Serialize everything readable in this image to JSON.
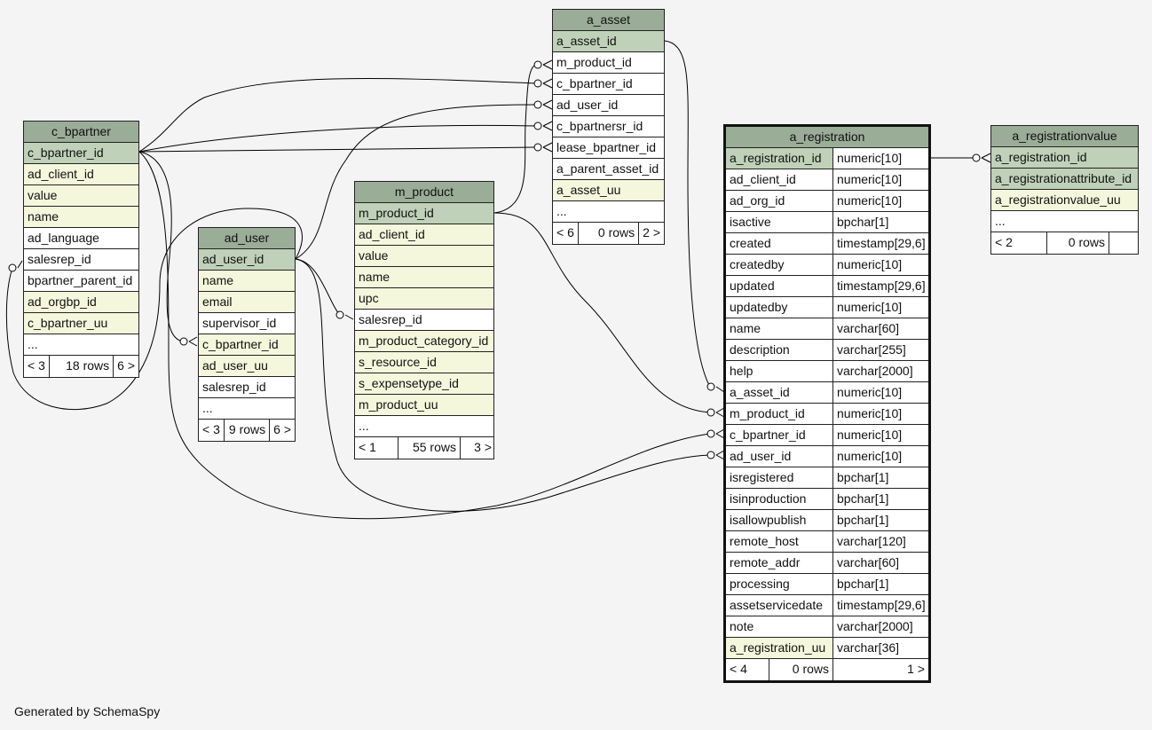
{
  "footer": "Generated by SchemaSpy",
  "tables": {
    "c_bpartner": {
      "title": "c_bpartner",
      "rows": [
        {
          "name": "c_bpartner_id",
          "kind": "pk"
        },
        {
          "name": "ad_client_id",
          "kind": "fk"
        },
        {
          "name": "value",
          "kind": "fk"
        },
        {
          "name": "name",
          "kind": "fk"
        },
        {
          "name": "ad_language",
          "kind": "plain"
        },
        {
          "name": "salesrep_id",
          "kind": "plain"
        },
        {
          "name": "bpartner_parent_id",
          "kind": "plain"
        },
        {
          "name": "ad_orgbp_id",
          "kind": "fk"
        },
        {
          "name": "c_bpartner_uu",
          "kind": "fk"
        },
        {
          "name": "...",
          "kind": "plain"
        }
      ],
      "foot": [
        "< 3",
        "18 rows",
        "6 >"
      ]
    },
    "ad_user": {
      "title": "ad_user",
      "rows": [
        {
          "name": "ad_user_id",
          "kind": "pk"
        },
        {
          "name": "name",
          "kind": "fk"
        },
        {
          "name": "email",
          "kind": "fk"
        },
        {
          "name": "supervisor_id",
          "kind": "plain"
        },
        {
          "name": "c_bpartner_id",
          "kind": "fk"
        },
        {
          "name": "ad_user_uu",
          "kind": "fk"
        },
        {
          "name": "salesrep_id",
          "kind": "plain"
        },
        {
          "name": "...",
          "kind": "plain"
        }
      ],
      "foot": [
        "< 3",
        "9 rows",
        "6 >"
      ]
    },
    "m_product": {
      "title": "m_product",
      "rows": [
        {
          "name": "m_product_id",
          "kind": "pk"
        },
        {
          "name": "ad_client_id",
          "kind": "fk"
        },
        {
          "name": "value",
          "kind": "fk"
        },
        {
          "name": "name",
          "kind": "fk"
        },
        {
          "name": "upc",
          "kind": "fk"
        },
        {
          "name": "salesrep_id",
          "kind": "plain"
        },
        {
          "name": "m_product_category_id",
          "kind": "fk"
        },
        {
          "name": "s_resource_id",
          "kind": "fk"
        },
        {
          "name": "s_expensetype_id",
          "kind": "fk"
        },
        {
          "name": "m_product_uu",
          "kind": "fk"
        },
        {
          "name": "...",
          "kind": "plain"
        }
      ],
      "foot": [
        "< 1",
        "55 rows",
        "3 >"
      ]
    },
    "a_asset": {
      "title": "a_asset",
      "rows": [
        {
          "name": "a_asset_id",
          "kind": "pk"
        },
        {
          "name": "m_product_id",
          "kind": "plain"
        },
        {
          "name": "c_bpartner_id",
          "kind": "plain"
        },
        {
          "name": "ad_user_id",
          "kind": "plain"
        },
        {
          "name": "c_bpartnersr_id",
          "kind": "plain"
        },
        {
          "name": "lease_bpartner_id",
          "kind": "plain"
        },
        {
          "name": "a_parent_asset_id",
          "kind": "plain"
        },
        {
          "name": "a_asset_uu",
          "kind": "fk"
        },
        {
          "name": "...",
          "kind": "plain"
        }
      ],
      "foot": [
        "< 6",
        "0 rows",
        "2 >"
      ]
    },
    "a_registration": {
      "title": "a_registration",
      "rows": [
        {
          "name": "a_registration_id",
          "type": "numeric[10]",
          "kind": "pk"
        },
        {
          "name": "ad_client_id",
          "type": "numeric[10]",
          "kind": "plain"
        },
        {
          "name": "ad_org_id",
          "type": "numeric[10]",
          "kind": "plain"
        },
        {
          "name": "isactive",
          "type": "bpchar[1]",
          "kind": "plain"
        },
        {
          "name": "created",
          "type": "timestamp[29,6]",
          "kind": "plain"
        },
        {
          "name": "createdby",
          "type": "numeric[10]",
          "kind": "plain"
        },
        {
          "name": "updated",
          "type": "timestamp[29,6]",
          "kind": "plain"
        },
        {
          "name": "updatedby",
          "type": "numeric[10]",
          "kind": "plain"
        },
        {
          "name": "name",
          "type": "varchar[60]",
          "kind": "plain"
        },
        {
          "name": "description",
          "type": "varchar[255]",
          "kind": "plain"
        },
        {
          "name": "help",
          "type": "varchar[2000]",
          "kind": "plain"
        },
        {
          "name": "a_asset_id",
          "type": "numeric[10]",
          "kind": "plain"
        },
        {
          "name": "m_product_id",
          "type": "numeric[10]",
          "kind": "plain"
        },
        {
          "name": "c_bpartner_id",
          "type": "numeric[10]",
          "kind": "plain"
        },
        {
          "name": "ad_user_id",
          "type": "numeric[10]",
          "kind": "plain"
        },
        {
          "name": "isregistered",
          "type": "bpchar[1]",
          "kind": "plain"
        },
        {
          "name": "isinproduction",
          "type": "bpchar[1]",
          "kind": "plain"
        },
        {
          "name": "isallowpublish",
          "type": "bpchar[1]",
          "kind": "plain"
        },
        {
          "name": "remote_host",
          "type": "varchar[120]",
          "kind": "plain"
        },
        {
          "name": "remote_addr",
          "type": "varchar[60]",
          "kind": "plain"
        },
        {
          "name": "processing",
          "type": "bpchar[1]",
          "kind": "plain"
        },
        {
          "name": "assetservicedate",
          "type": "timestamp[29,6]",
          "kind": "plain"
        },
        {
          "name": "note",
          "type": "varchar[2000]",
          "kind": "plain"
        },
        {
          "name": "a_registration_uu",
          "type": "varchar[36]",
          "kind": "fk"
        }
      ],
      "foot": [
        "< 4",
        "0 rows",
        "1 >"
      ]
    },
    "a_registrationvalue": {
      "title": "a_registrationvalue",
      "rows": [
        {
          "name": "a_registration_id",
          "kind": "pk"
        },
        {
          "name": "a_registrationattribute_id",
          "kind": "pk"
        },
        {
          "name": "a_registrationvalue_uu",
          "kind": "fk"
        },
        {
          "name": "...",
          "kind": "plain"
        }
      ],
      "foot": [
        "< 2",
        "0 rows",
        ""
      ]
    }
  },
  "colors": {
    "header": "#9aad97",
    "pk": "#bfd1b8",
    "fk": "#f4f7dc",
    "background": "#f4f4f4",
    "line": "#000000"
  }
}
